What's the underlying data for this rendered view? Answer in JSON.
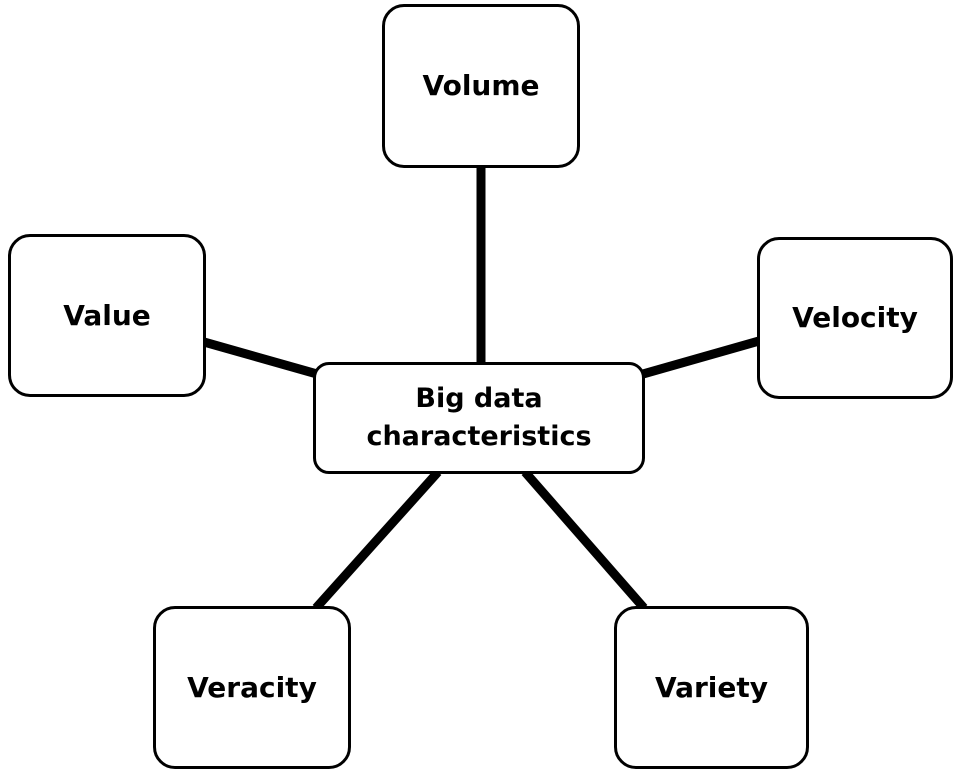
{
  "diagram": {
    "center": {
      "line1": "Big data",
      "line2": "characteristics"
    },
    "nodes": {
      "volume": "Volume",
      "velocity": "Velocity",
      "value": "Value",
      "veracity": "Veracity",
      "variety": "Variety"
    },
    "colors": {
      "stroke": "#000000",
      "fill": "#ffffff"
    }
  }
}
